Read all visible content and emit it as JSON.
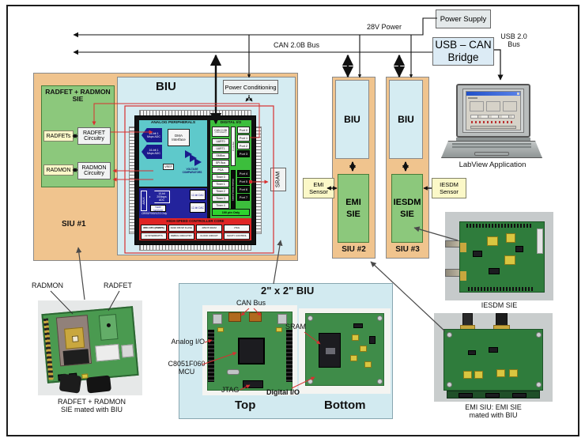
{
  "buses": {
    "power": "28V Power",
    "can": "CAN 2.0B Bus",
    "usb_l1": "USB 2.0",
    "usb_l2": "Bus"
  },
  "power_supply": {
    "label": "Power Supply"
  },
  "bridge": {
    "l1": "USB – CAN",
    "l2": "Bridge"
  },
  "labview": {
    "caption": "LabView Application"
  },
  "siu1": {
    "label": "SIU #1",
    "sie": {
      "title": "RADFET + RADMON SIE",
      "radfets": "RADFETs",
      "radfet_ckt": "RADFET Circuitry",
      "radmon": "RADMON",
      "radmon_ckt": "RADMON Circuitry"
    },
    "biu": {
      "title": "BIU",
      "power_conditioning": "Power Conditioning",
      "sram": "SRAM"
    }
  },
  "chip": {
    "analog": {
      "title": "ANALOG PERIPHERALS",
      "adc1": "16-bit 1 Msps ADC",
      "adc2": "16-bit 1 Msps ADC",
      "dma": "DMA Interface",
      "vref": "VREF",
      "comparators": "VOLTAGE COMPARATORS",
      "sub": {
        "amux": "AMUX",
        "adc": "10-bit 200ksps ADC",
        "temp": "TEMP SENSOR",
        "dac1": "12-bit DAC",
        "dac2": "12-bit DAC",
        "note": "C8051F060/1/2/3 Only"
      }
    },
    "digital": {
      "title": "DIGITAL I/O",
      "can": "CAN 2.0B",
      "can_sub": "(C8051F060/1)",
      "peripherals": [
        "UART0",
        "UART1",
        "SMBus",
        "SPI Bus",
        "PCA",
        "Timer 0",
        "Timer 1",
        "Timer 2",
        "Timer 3",
        "Timer 4"
      ],
      "crossbar": "Crossbar",
      "ports_top": [
        "Port 0",
        "Port 1",
        "Port 2",
        "Port 3"
      ],
      "emif": "External Memory Interface",
      "ports_bottom": [
        "Port 4",
        "Port 5",
        "Port 6",
        "Port 7"
      ],
      "note": "100 pin Only"
    },
    "core": {
      "title": "HIGH-SPEED CONTROLLER CORE",
      "cells": [
        "8051 CPU (25MIPS)",
        "64/32 KB ISP FLASH",
        "4352 B SRAM",
        "JTAG",
        "22 INTERRUPTS",
        "DEBUG CIRCUITRY",
        "CLOCK CIRCUIT",
        "SANITY CONTROL"
      ]
    }
  },
  "siu2": {
    "label": "SIU #2",
    "biu": "BIU",
    "sie_l1": "EMI",
    "sie_l2": "SIE"
  },
  "siu3": {
    "label": "SIU #3",
    "biu": "BIU",
    "sie_l1": "IESDM",
    "sie_l2": "SIE"
  },
  "sensors": {
    "emi_l1": "EMI",
    "emi_l2": "Sensor",
    "iesdm_l1": "IESDM",
    "iesdm_l2": "Sensor"
  },
  "photos": {
    "radmon_board": {
      "label_radmon": "RADMON",
      "label_radfet": "RADFET",
      "caption_l1": "RADFET + RADMON",
      "caption_l2": "SIE mated with BIU"
    },
    "biu_board": {
      "title": "2\" x 2\" BIU",
      "can_bus": "CAN Bus",
      "sram": "SRAM",
      "analog_io": "Analog I/O",
      "mcu_l1": "C8051F060",
      "mcu_l2": "MCU",
      "jtag": "JTAG",
      "digital_io": "Digital I/O",
      "top": "Top",
      "bottom": "Bottom"
    },
    "iesdm_board": {
      "caption": "IESDM SIE"
    },
    "emi_board": {
      "caption_l1": "EMI SIU: EMI SIE",
      "caption_l2": "mated with BIU"
    }
  },
  "colors": {
    "tan": "#f0c48e",
    "biu_blue": "#d5ecf2",
    "sie_green": "#8cc87c",
    "sensor_yellow": "#fbf8c8",
    "chip_teal": "#5ec9cb",
    "chip_green": "#3cbe3c",
    "chip_navy": "#23239c",
    "core_red": "#e02424",
    "trace_red": "#d83030",
    "pcb_green": "#3f8f49"
  }
}
